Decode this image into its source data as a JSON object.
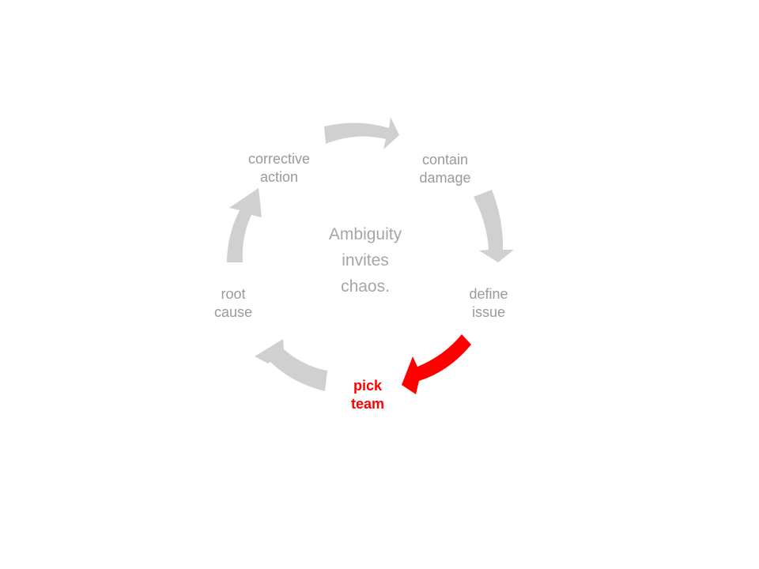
{
  "diagram": {
    "center_text": [
      "Ambiguity",
      "invites",
      "chaos."
    ],
    "steps": [
      {
        "id": "contain-damage",
        "lines": [
          "contain",
          "damage"
        ],
        "active": false
      },
      {
        "id": "define-issue",
        "lines": [
          "define",
          "issue"
        ],
        "active": false
      },
      {
        "id": "pick-team",
        "lines": [
          "pick",
          "team"
        ],
        "active": true
      },
      {
        "id": "root-cause",
        "lines": [
          "root",
          "cause"
        ],
        "active": false
      },
      {
        "id": "corrective-action",
        "lines": [
          "corrective",
          "action"
        ],
        "active": false
      }
    ],
    "colors": {
      "arrow_inactive": "#d0d0d0",
      "arrow_active": "#ff0000",
      "text_inactive": "#9a9a9a",
      "text_active": "#ff0000"
    }
  }
}
